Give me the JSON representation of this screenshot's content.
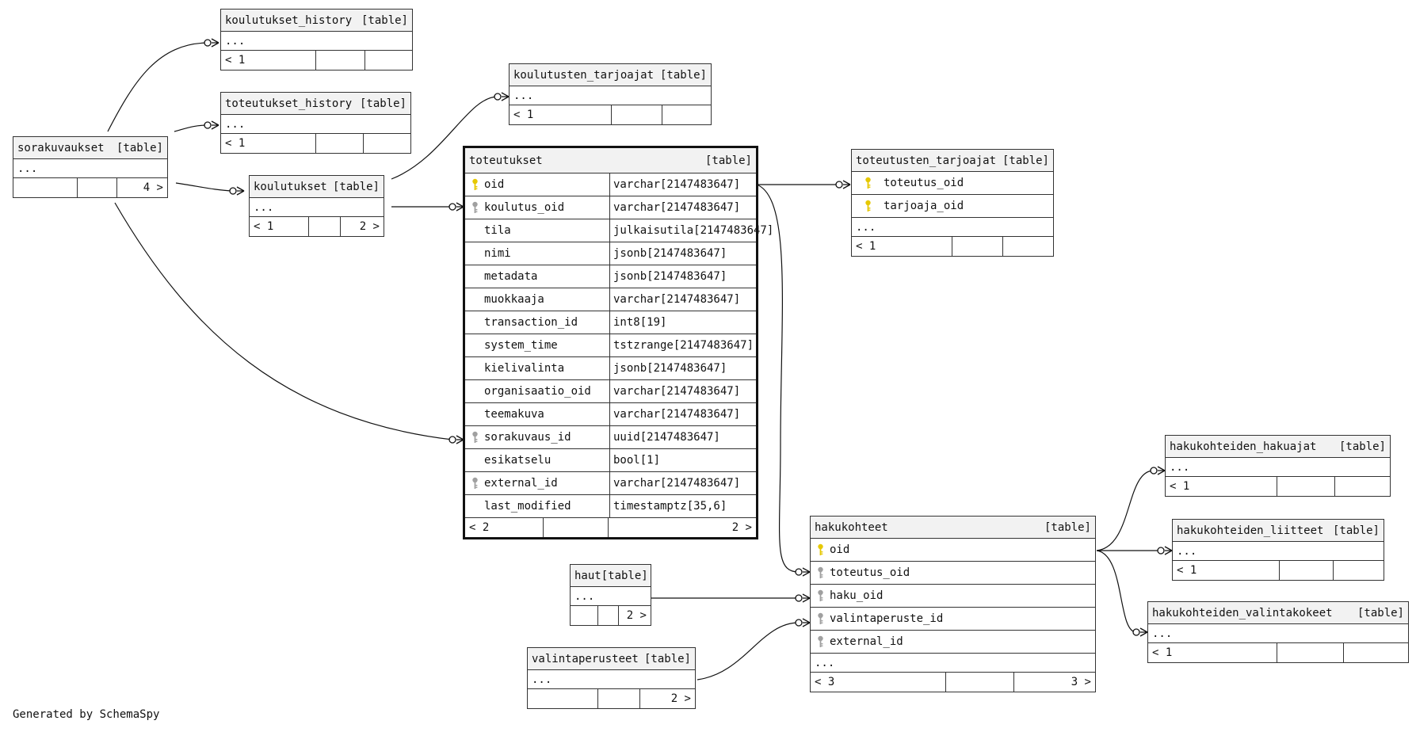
{
  "colors": {
    "primary_key": "#e6c800",
    "foreign_key": "#a0a0a0",
    "border": "#333333",
    "header_bg": "#f2f2f2"
  },
  "footer_text": "Generated by SchemaSpy",
  "tables": {
    "koulutukset_history": {
      "name": "koulutukset_history",
      "kind": "[table]",
      "dots": "...",
      "footer": [
        "< 1",
        "",
        ""
      ]
    },
    "toteutukset_history": {
      "name": "toteutukset_history",
      "kind": "[table]",
      "dots": "...",
      "footer": [
        "< 1",
        "",
        ""
      ]
    },
    "koulutusten_tarjoajat": {
      "name": "koulutusten_tarjoajat",
      "kind": "[table]",
      "dots": "...",
      "footer": [
        "< 1",
        "",
        ""
      ]
    },
    "sorakuvaukset": {
      "name": "sorakuvaukset",
      "kind": "[table]",
      "dots": "...",
      "footer": [
        "",
        "",
        "4 >"
      ]
    },
    "koulutukset": {
      "name": "koulutukset",
      "kind": "[table]",
      "dots": "...",
      "footer": [
        "< 1",
        "",
        "2 >"
      ]
    },
    "toteutukset": {
      "name": "toteutukset",
      "kind": "[table]",
      "columns": [
        {
          "key": "pk",
          "name": "oid",
          "type": "varchar[2147483647]"
        },
        {
          "key": "fk",
          "name": "koulutus_oid",
          "type": "varchar[2147483647]"
        },
        {
          "key": "",
          "name": "tila",
          "type": "julkaisutila[2147483647]"
        },
        {
          "key": "",
          "name": "nimi",
          "type": "jsonb[2147483647]"
        },
        {
          "key": "",
          "name": "metadata",
          "type": "jsonb[2147483647]"
        },
        {
          "key": "",
          "name": "muokkaaja",
          "type": "varchar[2147483647]"
        },
        {
          "key": "",
          "name": "transaction_id",
          "type": "int8[19]"
        },
        {
          "key": "",
          "name": "system_time",
          "type": "tstzrange[2147483647]"
        },
        {
          "key": "",
          "name": "kielivalinta",
          "type": "jsonb[2147483647]"
        },
        {
          "key": "",
          "name": "organisaatio_oid",
          "type": "varchar[2147483647]"
        },
        {
          "key": "",
          "name": "teemakuva",
          "type": "varchar[2147483647]"
        },
        {
          "key": "fk",
          "name": "sorakuvaus_id",
          "type": "uuid[2147483647]"
        },
        {
          "key": "",
          "name": "esikatselu",
          "type": "bool[1]"
        },
        {
          "key": "fk",
          "name": "external_id",
          "type": "varchar[2147483647]"
        },
        {
          "key": "",
          "name": "last_modified",
          "type": "timestamptz[35,6]"
        }
      ],
      "footer": [
        "< 2",
        "",
        "2 >"
      ]
    },
    "toteutusten_tarjoajat": {
      "name": "toteutusten_tarjoajat",
      "kind": "[table]",
      "columns": [
        {
          "key": "pk",
          "name": "toteutus_oid"
        },
        {
          "key": "pk",
          "name": "tarjoaja_oid"
        }
      ],
      "dots": "...",
      "footer": [
        "< 1",
        "",
        ""
      ]
    },
    "hakukohteiden_hakuajat": {
      "name": "hakukohteiden_hakuajat",
      "kind": "[table]",
      "dots": "...",
      "footer": [
        "< 1",
        "",
        ""
      ]
    },
    "hakukohteiden_liitteet": {
      "name": "hakukohteiden_liitteet",
      "kind": "[table]",
      "dots": "...",
      "footer": [
        "< 1",
        "",
        ""
      ]
    },
    "hakukohteiden_valintakokeet": {
      "name": "hakukohteiden_valintakokeet",
      "kind": "[table]",
      "dots": "...",
      "footer": [
        "< 1",
        "",
        ""
      ]
    },
    "hakukohteet": {
      "name": "hakukohteet",
      "kind": "[table]",
      "columns": [
        {
          "key": "pk",
          "name": "oid"
        },
        {
          "key": "fk",
          "name": "toteutus_oid"
        },
        {
          "key": "fk",
          "name": "haku_oid"
        },
        {
          "key": "fk",
          "name": "valintaperuste_id"
        },
        {
          "key": "fk",
          "name": "external_id"
        }
      ],
      "dots": "...",
      "footer": [
        "< 3",
        "",
        "3 >"
      ]
    },
    "haut": {
      "name": "haut",
      "kind": "[table]",
      "dots": "...",
      "footer": [
        "",
        "",
        "2 >"
      ]
    },
    "valintaperusteet": {
      "name": "valintaperusteet",
      "kind": "[table]",
      "dots": "...",
      "footer": [
        "",
        "",
        "2 >"
      ]
    }
  }
}
